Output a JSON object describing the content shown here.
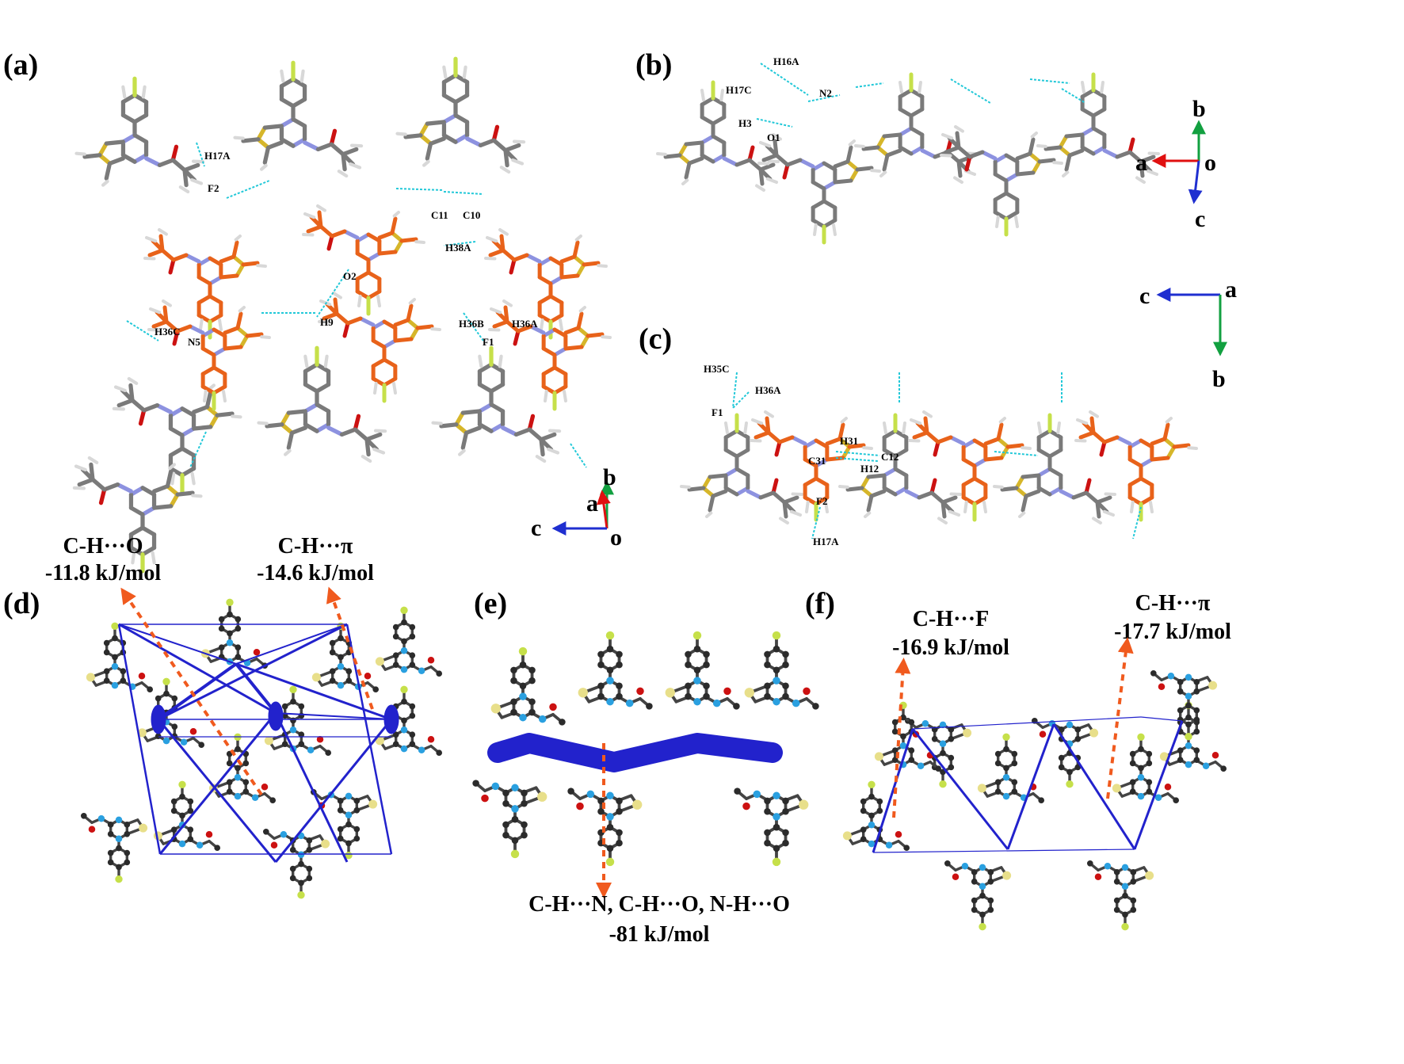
{
  "panels": {
    "a": "(a)",
    "b": "(b)",
    "c": "(c)",
    "d": "(d)",
    "e": "(e)",
    "f": "(f)"
  },
  "atom_labels": {
    "a": [
      "H17A",
      "F2",
      "C11",
      "C10",
      "H38A",
      "O2",
      "H9",
      "H36B",
      "H36A",
      "F1",
      "H36C",
      "N5"
    ],
    "b": [
      "H16A",
      "H17C",
      "N2",
      "H3",
      "O1"
    ],
    "c": [
      "H35C",
      "H36A",
      "F1",
      "H31",
      "C31",
      "C12",
      "H12",
      "F2",
      "H17A"
    ]
  },
  "axes": {
    "a": {
      "x": "c",
      "y": "b",
      "z": "a",
      "origin": "o"
    },
    "b": {
      "x": "a",
      "y": "b",
      "z": "c",
      "origin": "o"
    },
    "c": {
      "x": "c",
      "y": "b",
      "origin": "a"
    }
  },
  "interactions": {
    "d": [
      {
        "type": "C-H···O",
        "energy": "-11.8 kJ/mol"
      },
      {
        "type": "C-H···π",
        "energy": "-14.6 kJ/mol"
      }
    ],
    "e": [
      {
        "type": "C-H···N, C-H···O, N-H···O",
        "energy": "-81 kJ/mol"
      }
    ],
    "f": [
      {
        "type": "C-H···F",
        "energy": "-16.9 kJ/mol"
      },
      {
        "type": "C-H···π",
        "energy": "-17.7 kJ/mol"
      }
    ]
  },
  "colors": {
    "carbon_grey": "#7a7a7a",
    "hydrogen": "#d8d8d8",
    "highlight_orange": "#e8621a",
    "nitrogen": "#8d92e0",
    "oxygen": "#cc1111",
    "sulfur": "#d6b62a",
    "fluorine": "#c6e04a",
    "hbond": "#22c8d8",
    "energy_framework": "#2222cc",
    "arrow": "#f05a1e",
    "ball_carbon": "#2b2b2b",
    "ball_nitrogen": "#2aa0e0",
    "ball_sulfur": "#e8df8a"
  }
}
